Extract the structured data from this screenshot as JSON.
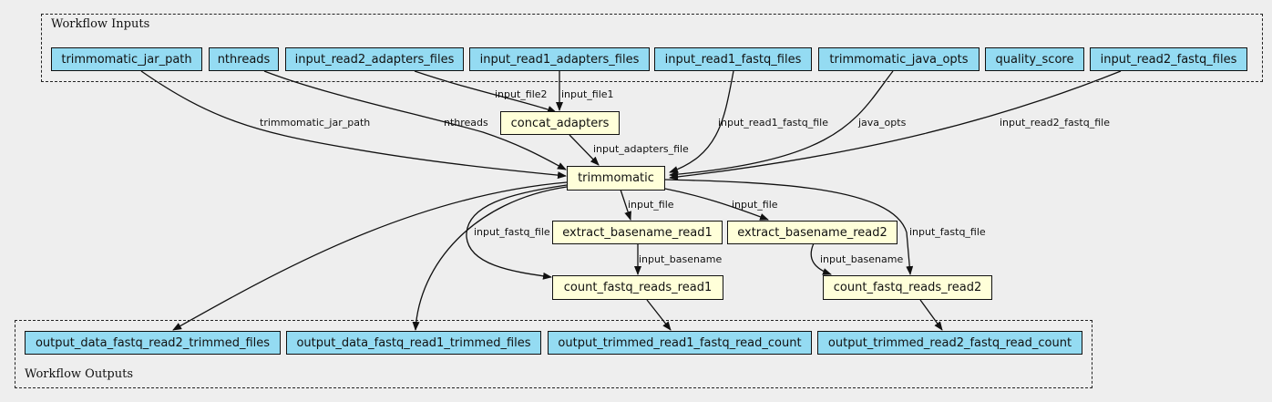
{
  "colors": {
    "io_fill": "#94dbf2",
    "step_fill": "#ffffd9",
    "background": "#eeeeee"
  },
  "clusters": {
    "inputs_label": "Workflow Inputs",
    "outputs_label": "Workflow Outputs"
  },
  "inputs": {
    "trimmomatic_jar_path": "trimmomatic_jar_path",
    "nthreads": "nthreads",
    "input_read2_adapters_files": "input_read2_adapters_files",
    "input_read1_adapters_files": "input_read1_adapters_files",
    "input_read1_fastq_files": "input_read1_fastq_files",
    "trimmomatic_java_opts": "trimmomatic_java_opts",
    "quality_score": "quality_score",
    "input_read2_fastq_files": "input_read2_fastq_files"
  },
  "steps": {
    "concat_adapters": "concat_adapters",
    "trimmomatic": "trimmomatic",
    "extract_basename_read1": "extract_basename_read1",
    "extract_basename_read2": "extract_basename_read2",
    "count_fastq_reads_read1": "count_fastq_reads_read1",
    "count_fastq_reads_read2": "count_fastq_reads_read2"
  },
  "outputs": {
    "output_data_fastq_read2_trimmed_files": "output_data_fastq_read2_trimmed_files",
    "output_data_fastq_read1_trimmed_files": "output_data_fastq_read1_trimmed_files",
    "output_trimmed_read1_fastq_read_count": "output_trimmed_read1_fastq_read_count",
    "output_trimmed_read2_fastq_read_count": "output_trimmed_read2_fastq_read_count"
  },
  "edge_labels": {
    "input_file2": "input_file2",
    "input_file1": "input_file1",
    "trimmomatic_jar_path": "trimmomatic_jar_path",
    "nthreads": "nthreads",
    "input_adapters_file": "input_adapters_file",
    "input_read1_fastq_file": "input_read1_fastq_file",
    "java_opts": "java_opts",
    "input_read2_fastq_file": "input_read2_fastq_file",
    "input_file_a": "input_file",
    "input_file_b": "input_file",
    "input_fastq_file_a": "input_fastq_file",
    "input_fastq_file_b": "input_fastq_file",
    "input_basename_a": "input_basename",
    "input_basename_b": "input_basename"
  }
}
